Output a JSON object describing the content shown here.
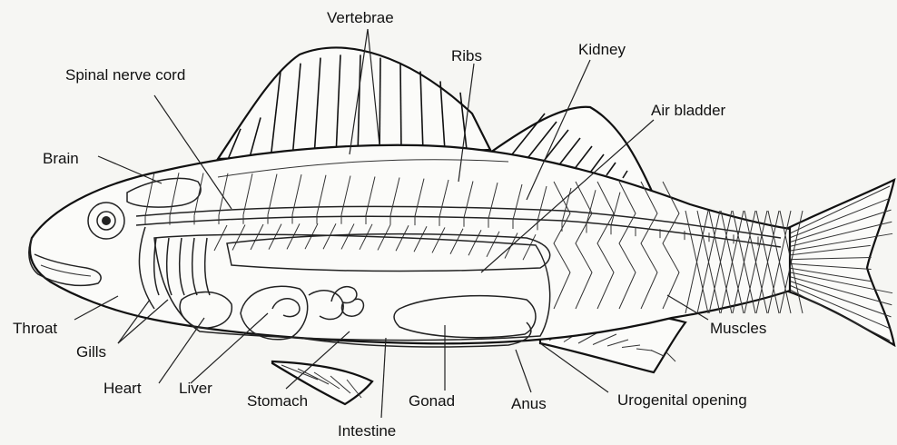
{
  "labels": {
    "vertebrae": "Vertebrae",
    "ribs": "Ribs",
    "kidney": "Kidney",
    "air_bladder": "Air bladder",
    "spinal_nerve_cord": "Spinal nerve cord",
    "brain": "Brain",
    "throat": "Throat",
    "gills": "Gills",
    "heart": "Heart",
    "liver": "Liver",
    "stomach": "Stomach",
    "intestine": "Intestine",
    "gonad": "Gonad",
    "anus": "Anus",
    "urogenital_opening": "Urogenital opening",
    "muscles": "Muscles"
  }
}
